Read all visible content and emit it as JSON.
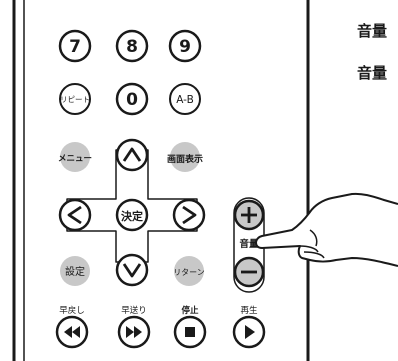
{
  "remote": {
    "row_numbers": [
      "7",
      "8",
      "9"
    ],
    "repeat_label": "リピート",
    "zero_label": "0",
    "ab_label": "A-B",
    "menu_label": "メニュー",
    "display_label": "画面表示",
    "enter_label": "決定",
    "settings_label": "設定",
    "return_label": "リターン",
    "volume_label": "音量",
    "rewind_label": "早戻し",
    "fastforward_label": "早送り",
    "stop_label": "停止",
    "play_label": "再生"
  },
  "side_text": {
    "line1": "音量",
    "line2": "音量"
  },
  "colors": {
    "ink": "#1a1a1a",
    "gray_button": "#c8c8c8",
    "panel": "#ffffff"
  }
}
